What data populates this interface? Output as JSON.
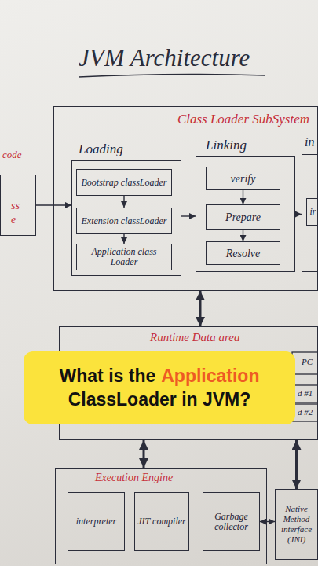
{
  "diagram": {
    "title": "JVM Architecture",
    "nodes": [
      {
        "text": [
          "code",
          "ss e"
        ]
      },
      {
        "text": [
          "Class Loader SubSystem"
        ]
      },
      {
        "text": [
          "Loading"
        ],
        "in": 1
      },
      {
        "text": [
          "Bootstrap classLoader"
        ],
        "in": 2
      },
      {
        "text": [
          "Extension classLoader"
        ],
        "in": 2
      },
      {
        "text": [
          "Application class Loader"
        ],
        "in": 2
      },
      {
        "text": [
          "Linking"
        ],
        "in": 1
      },
      {
        "text": [
          "verify"
        ],
        "in": 6
      },
      {
        "text": [
          "Prepare"
        ],
        "in": 6
      },
      {
        "text": [
          "Resolve"
        ],
        "in": 6
      },
      {
        "text": [
          "in"
        ],
        "in": 1
      },
      {
        "text": [
          "ir"
        ],
        "in": 10
      },
      {
        "text": [
          "Runtime Data area"
        ]
      },
      {
        "text": [
          "What is the",
          "Application",
          "ClassLoader in JVM?"
        ]
      },
      {
        "text": [
          "Execution Engine"
        ]
      },
      {
        "text": [
          "interpreter"
        ],
        "in": 14
      },
      {
        "text": [
          "JIT compiler"
        ],
        "in": 14
      },
      {
        "text": [
          "Garbage collector"
        ],
        "in": 14
      },
      {
        "text": [
          "Native Method interface (JNI)"
        ]
      }
    ],
    "edges": [
      {
        "from": 0,
        "to": 2,
        "arrow": "to"
      },
      {
        "from": 3,
        "to": 4,
        "arrow": "to"
      },
      {
        "from": 4,
        "to": 5,
        "arrow": "to"
      },
      {
        "from": 2,
        "to": 6,
        "arrow": "to"
      },
      {
        "from": 7,
        "to": 8,
        "arrow": "to"
      },
      {
        "from": 8,
        "to": 9,
        "arrow": "to"
      },
      {
        "from": 6,
        "to": 10,
        "arrow": "to"
      },
      {
        "from": 1,
        "to": 12,
        "arrow": "both"
      },
      {
        "from": 12,
        "to": 14,
        "arrow": "both"
      },
      {
        "from": 12,
        "to": 18,
        "arrow": "both"
      },
      {
        "from": 17,
        "to": 18,
        "arrow": "both"
      }
    ],
    "labels": [
      "PC",
      "d #1",
      "d #2"
    ]
  }
}
